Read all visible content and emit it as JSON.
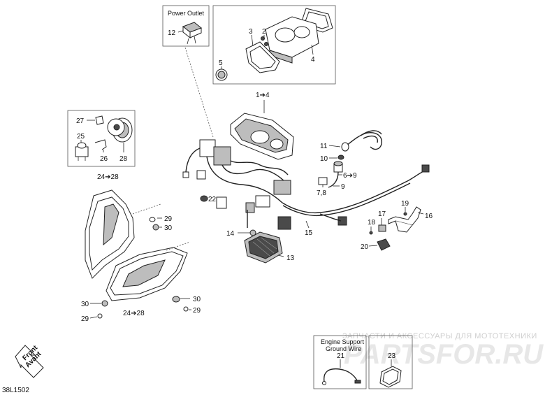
{
  "watermark": {
    "caption": "ЗАПЧАСТИ И АКСЕССУАРЫ ДЛЯ МОТОТЕХНИКИ",
    "brand": "PARTSFOR.RU"
  },
  "figure_code": "38L1502",
  "front_arrow": {
    "line1": "Front",
    "line2": "Avant"
  },
  "boxes": {
    "power_outlet": "Power Outlet",
    "engine_support": "Engine Support",
    "ground_wire": "Ground Wire"
  },
  "callouts": {
    "c1_4": "1➔4",
    "c2": "2",
    "c3": "3",
    "c4": "4",
    "c5": "5",
    "c6_9": "6➔9",
    "c7_8": "7,8",
    "c9": "9",
    "c10": "10",
    "c11": "11",
    "c12": "12",
    "c13": "13",
    "c14": "14",
    "c15": "15",
    "c16": "16",
    "c17": "17",
    "c18": "18",
    "c19": "19",
    "c20": "20",
    "c21": "21",
    "c22": "22",
    "c23": "23",
    "c24_28_top": "24➔28",
    "c24_28_bottom": "24➔28",
    "c25": "25",
    "c26": "26",
    "c27": "27",
    "c28": "28",
    "c29_a": "29",
    "c29_b": "29",
    "c29_c": "29",
    "c30_a": "30",
    "c30_b": "30",
    "c30_c": "30"
  }
}
